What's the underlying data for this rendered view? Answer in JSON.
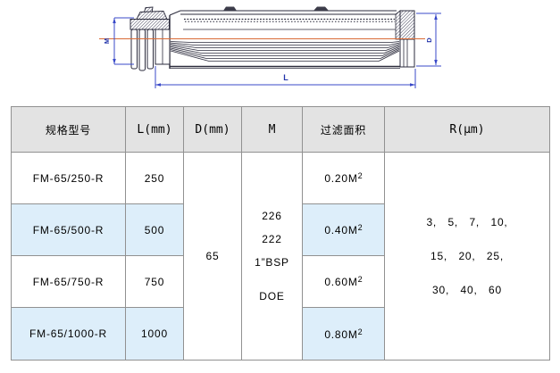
{
  "diagram": {
    "labels": {
      "m": "M",
      "d": "D",
      "l": "L"
    },
    "colors": {
      "line": "#2b2b3c",
      "dim": "#3848c8",
      "center": "#d96a35"
    }
  },
  "table": {
    "headers": {
      "model": "规格型号",
      "l": "L(mm)",
      "d": "D(mm)",
      "m": "M",
      "area": "过滤面积",
      "r": "R(μm)"
    },
    "rows": [
      {
        "model": "FM-65/250-R",
        "l": "250",
        "area_base": "0.20M",
        "area_sup": "2"
      },
      {
        "model": "FM-65/500-R",
        "l": "500",
        "area_base": "0.40M",
        "area_sup": "2"
      },
      {
        "model": "FM-65/750-R",
        "l": "750",
        "area_base": "0.60M",
        "area_sup": "2"
      },
      {
        "model": "FM-65/1000-R",
        "l": "1000",
        "area_base": "0.80M",
        "area_sup": "2"
      }
    ],
    "d_value": "65",
    "m_lines": [
      "226",
      "222",
      "1”BSP",
      "DOE"
    ],
    "r_lines": [
      "3,   5,   7,   10,",
      "15,   20,   25,",
      "30,   40,   60"
    ]
  }
}
